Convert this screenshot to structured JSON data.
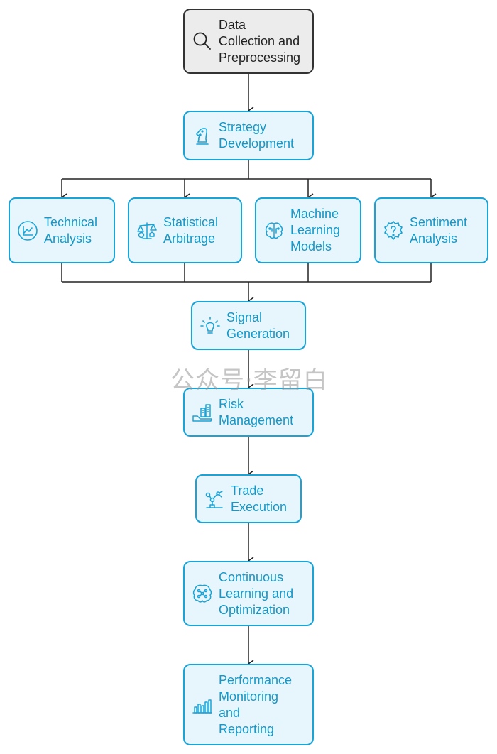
{
  "colors": {
    "accent": "#1aa3d6",
    "node_fill": "#e6f6fc",
    "start_fill": "#ececec",
    "start_border": "#333333",
    "connector": "#222222"
  },
  "nodes": {
    "data_collection": {
      "label": "Data\nCollection and\nPreprocessing",
      "icon": "search-icon"
    },
    "strategy_development": {
      "label": "Strategy\nDevelopment",
      "icon": "chess-knight-icon"
    },
    "technical_analysis": {
      "label": "Technical\nAnalysis",
      "icon": "line-chart-icon"
    },
    "statistical_arbitrage": {
      "label": "Statistical\nArbitrage",
      "icon": "scales-icon"
    },
    "machine_learning_models": {
      "label": "Machine\nLearning\nModels",
      "icon": "brain-icon"
    },
    "sentiment_analysis": {
      "label": "Sentiment\nAnalysis",
      "icon": "question-badge-icon"
    },
    "signal_generation": {
      "label": "Signal\nGeneration",
      "icon": "lightbulb-icon"
    },
    "risk_management": {
      "label": "Risk\nManagement",
      "icon": "buildings-hand-icon"
    },
    "trade_execution": {
      "label": "Trade\nExecution",
      "icon": "robot-arm-icon"
    },
    "continuous_learning": {
      "label": "Continuous\nLearning and\nOptimization",
      "icon": "circuit-brain-icon"
    },
    "performance_monitoring": {
      "label": "Performance\nMonitoring\nand\nReporting",
      "icon": "bar-chart-icon"
    }
  },
  "watermark": "公众号·李留白"
}
